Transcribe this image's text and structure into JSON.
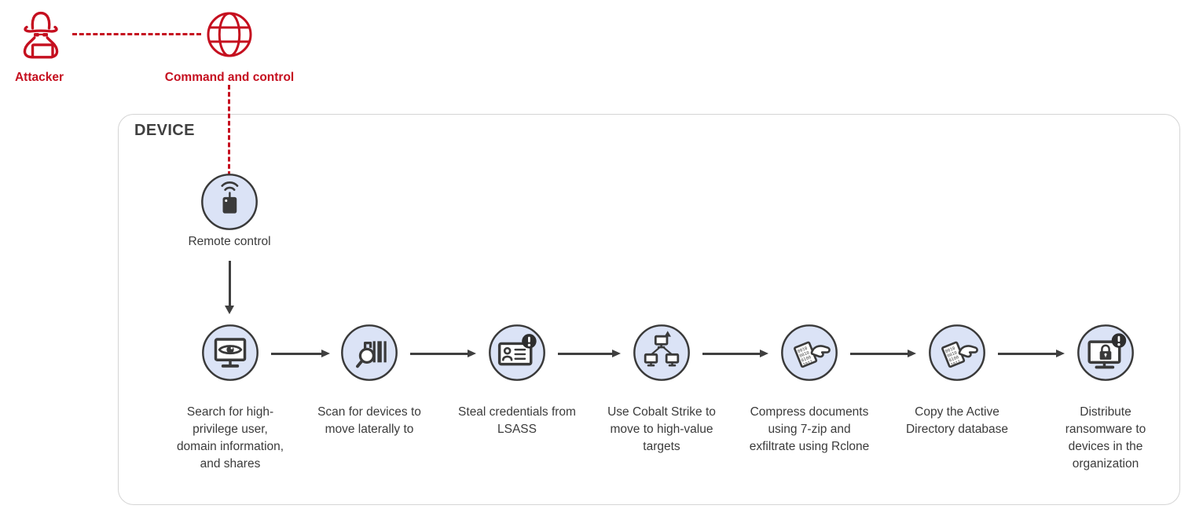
{
  "colors": {
    "accent_red": "#C50F1F",
    "icon_dark": "#3A3A3A",
    "circle_fill": "#DBE3F6",
    "text": "#3B3B3B",
    "box_border": "#D5D5D5"
  },
  "attacker": {
    "label": "Attacker",
    "icon": "spy-attacker-icon"
  },
  "command_and_control": {
    "label": "Command and control",
    "icon": "globe-icon"
  },
  "device_box": {
    "title": "DEVICE"
  },
  "remote_control": {
    "label": "Remote control",
    "icon": "remote-control-icon"
  },
  "steps": [
    {
      "label": "Search for high-privilege user, domain information, and shares",
      "icon": "monitor-eye-icon"
    },
    {
      "label": "Scan for devices to move laterally to",
      "icon": "barcode-scan-icon"
    },
    {
      "label": "Steal credentials from LSASS",
      "icon": "id-card-alert-icon"
    },
    {
      "label": "Use Cobalt Strike to move to high-value targets",
      "icon": "network-devices-alert-icon"
    },
    {
      "label": "Compress documents using 7-zip and exfiltrate using Rclone",
      "icon": "document-grab-icon"
    },
    {
      "label": "Copy the Active Directory database",
      "icon": "document-grab-icon"
    },
    {
      "label": "Distribute ransomware to devices in the organization",
      "icon": "monitor-lock-alert-icon"
    }
  ]
}
